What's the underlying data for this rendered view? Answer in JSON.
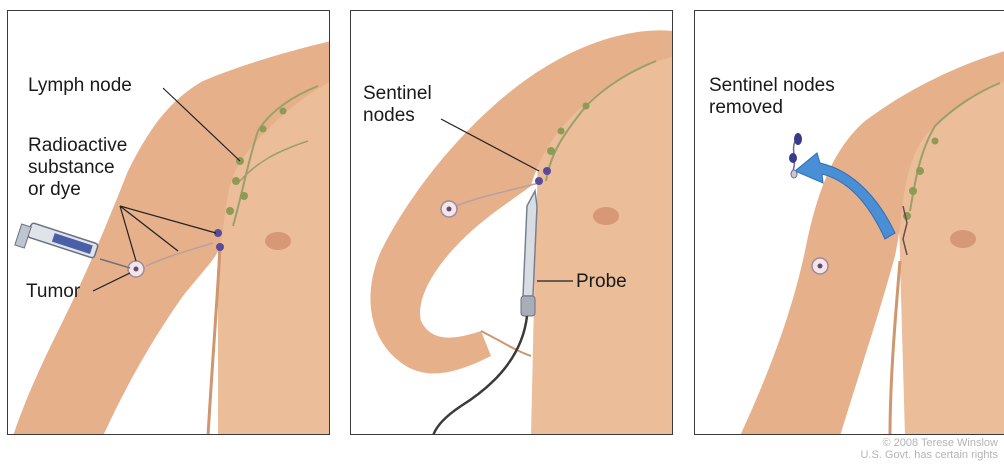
{
  "panels": [
    {
      "labels": {
        "lymph_node": "Lymph node",
        "substance_line1": "Radioactive",
        "substance_line2": "substance",
        "substance_line3": "or dye",
        "tumor": "Tumor"
      }
    },
    {
      "labels": {
        "sentinel_line1": "Sentinel",
        "sentinel_line2": "nodes",
        "probe": "Probe"
      }
    },
    {
      "labels": {
        "removed_line1": "Sentinel nodes",
        "removed_line2": "removed"
      }
    }
  ],
  "copyright": {
    "line1": "© 2008 Terese Winslow",
    "line2": "U.S. Govt. has certain rights"
  },
  "colors": {
    "skin": "#e9b893",
    "skin_shadow": "#d39a72",
    "node": "#8e9a58",
    "radioactive": "#5a4b9a",
    "arrow": "#4a8fd6"
  }
}
